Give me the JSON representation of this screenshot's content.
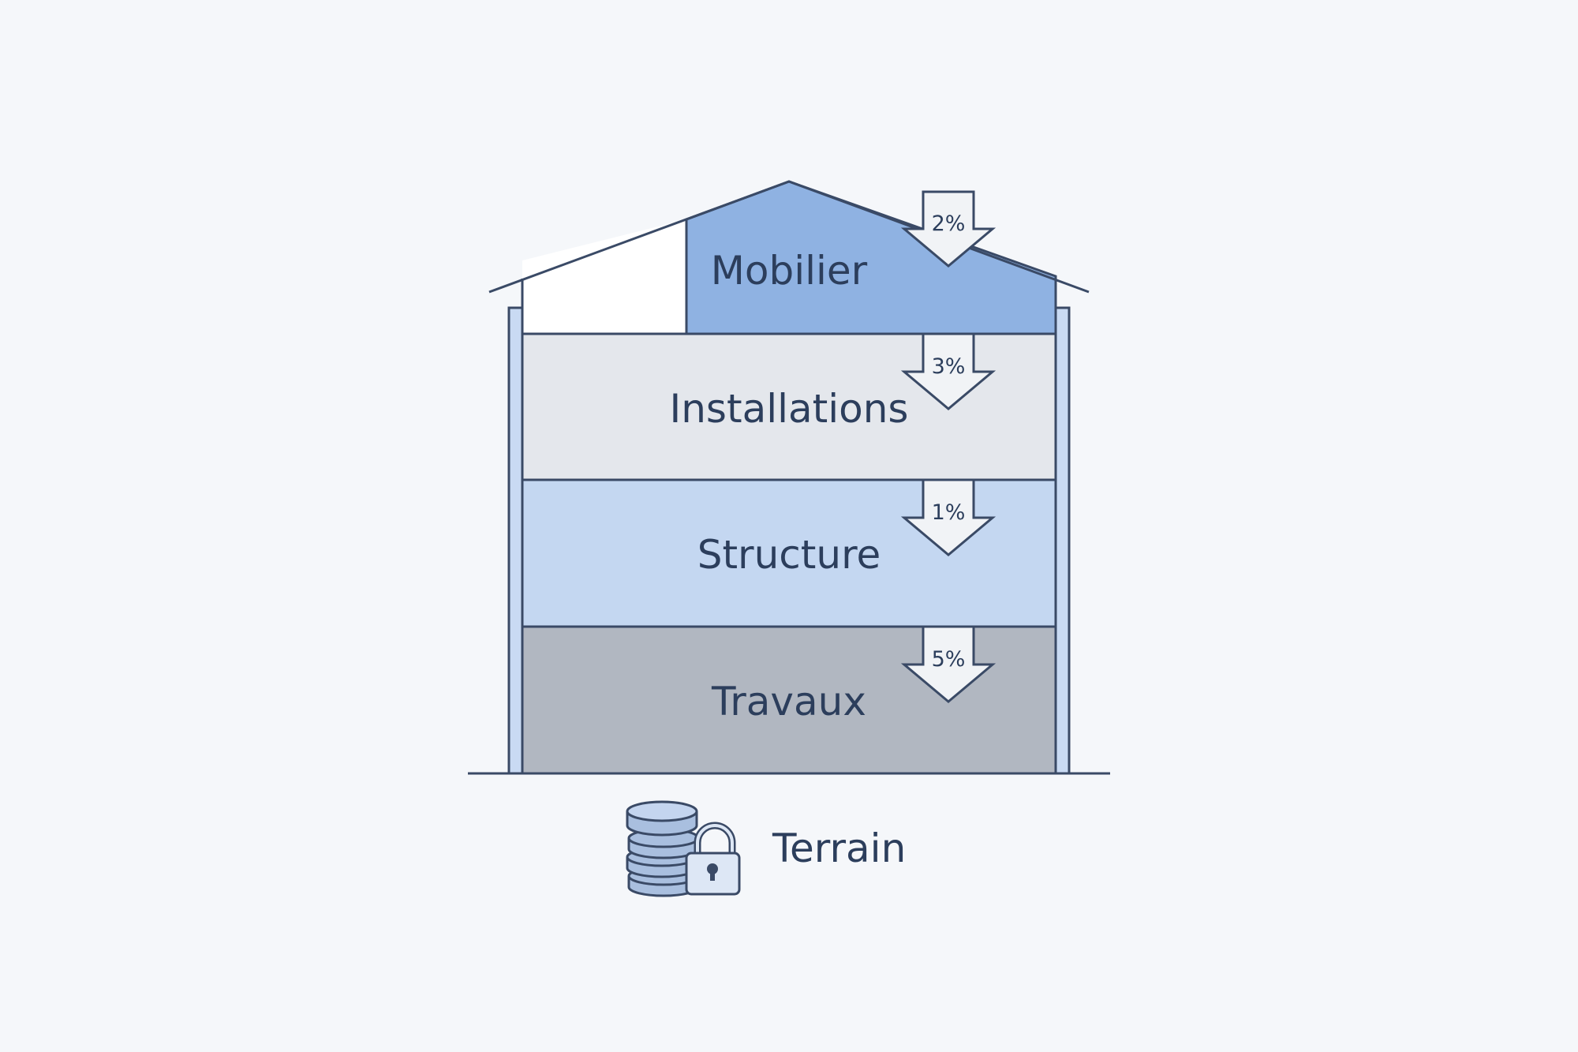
{
  "diagram": {
    "colors": {
      "background": "#f5f7fa",
      "outline": "#3a4a66",
      "wall": "#c9daf3",
      "mobilier": "#8fb2e2",
      "installations": "#e4e7ec",
      "structure": "#c4d7f1",
      "travaux": "#b1b7c1",
      "arrow_fill": "#f1f3f6",
      "coin": "#a9bfdf",
      "lock": "#dde7f5"
    },
    "layers": [
      {
        "id": "mobilier",
        "label": "Mobilier",
        "percent": "2%"
      },
      {
        "id": "installations",
        "label": "Installations",
        "percent": "3%"
      },
      {
        "id": "structure",
        "label": "Structure",
        "percent": "1%"
      },
      {
        "id": "travaux",
        "label": "Travaux",
        "percent": "5%"
      }
    ],
    "terrain": {
      "label": "Terrain",
      "icon": "coins-lock-icon"
    }
  }
}
